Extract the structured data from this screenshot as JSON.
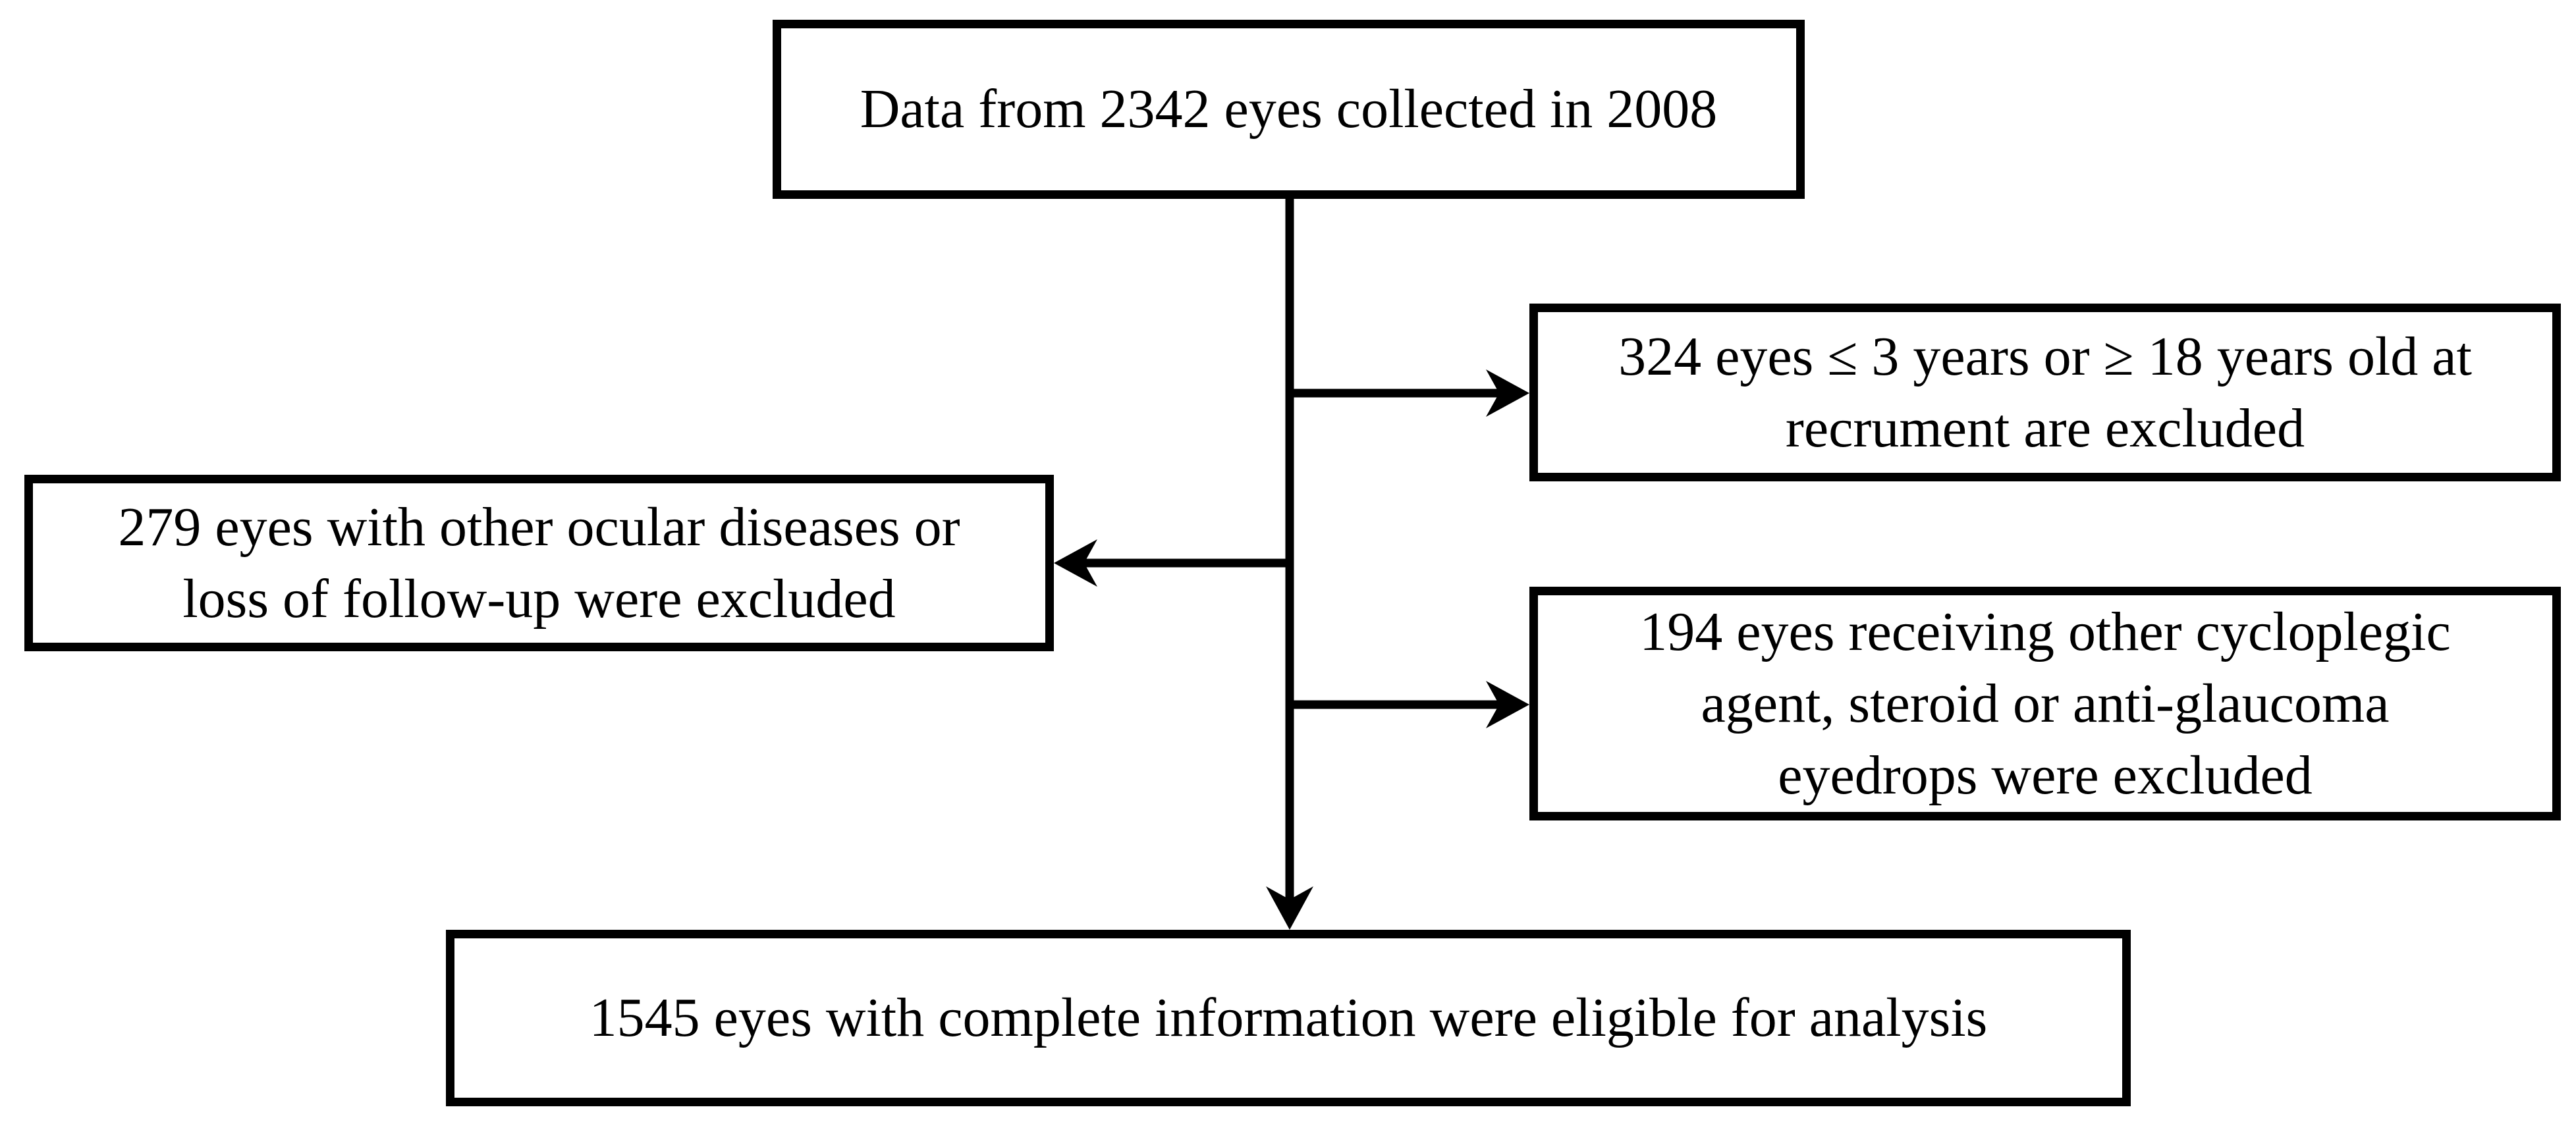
{
  "figure": {
    "kind": "study-flowchart",
    "background_color": "#ffffff",
    "stroke_color": "#000000",
    "text_color": "#000000"
  },
  "nodes": {
    "source": {
      "lines": [
        "Data from 2342 eyes collected in 2008"
      ]
    },
    "excluded_age": {
      "lines": [
        "324 eyes ≤ 3 years or ≥ 18 years old at",
        "recrument are excluded"
      ]
    },
    "excluded_ocular": {
      "lines": [
        "279 eyes with other ocular diseases or",
        "loss of follow-up were excluded"
      ]
    },
    "excluded_drugs": {
      "lines": [
        "194 eyes receiving other cycloplegic",
        "agent, steroid or anti-glaucoma",
        "eyedrops were excluded"
      ]
    },
    "eligible": {
      "lines": [
        "1545 eyes with complete information were eligible for analysis"
      ]
    }
  }
}
